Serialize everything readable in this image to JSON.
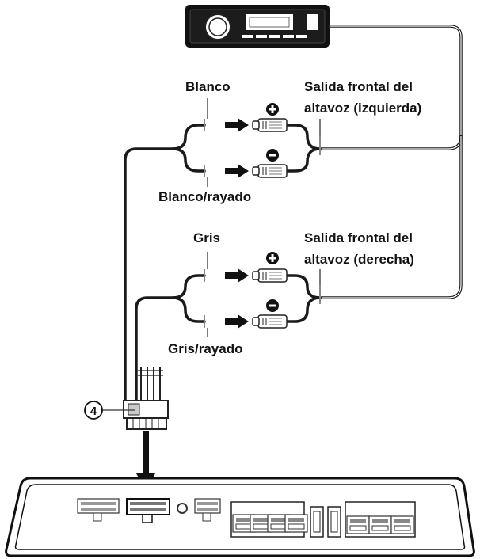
{
  "labels": {
    "blanco": "Blanco",
    "blanco_rayado": "Blanco/rayado",
    "gris": "Gris",
    "gris_rayado": "Gris/rayado",
    "front_left_line1": "Salida frontal del",
    "front_left_line2": "altavoz (izquierda)",
    "front_right_line1": "Salida frontal del",
    "front_right_line2": "altavoz (derecha)",
    "connector_number": "4"
  },
  "icons": {
    "head_unit": "car-stereo-icon",
    "amplifier": "amplifier-icon",
    "positive": "plus-circle-icon",
    "negative": "minus-circle-icon"
  },
  "colors": {
    "line": "#1a1a1a",
    "lead": "#8a8a8a",
    "background": "#ffffff"
  }
}
